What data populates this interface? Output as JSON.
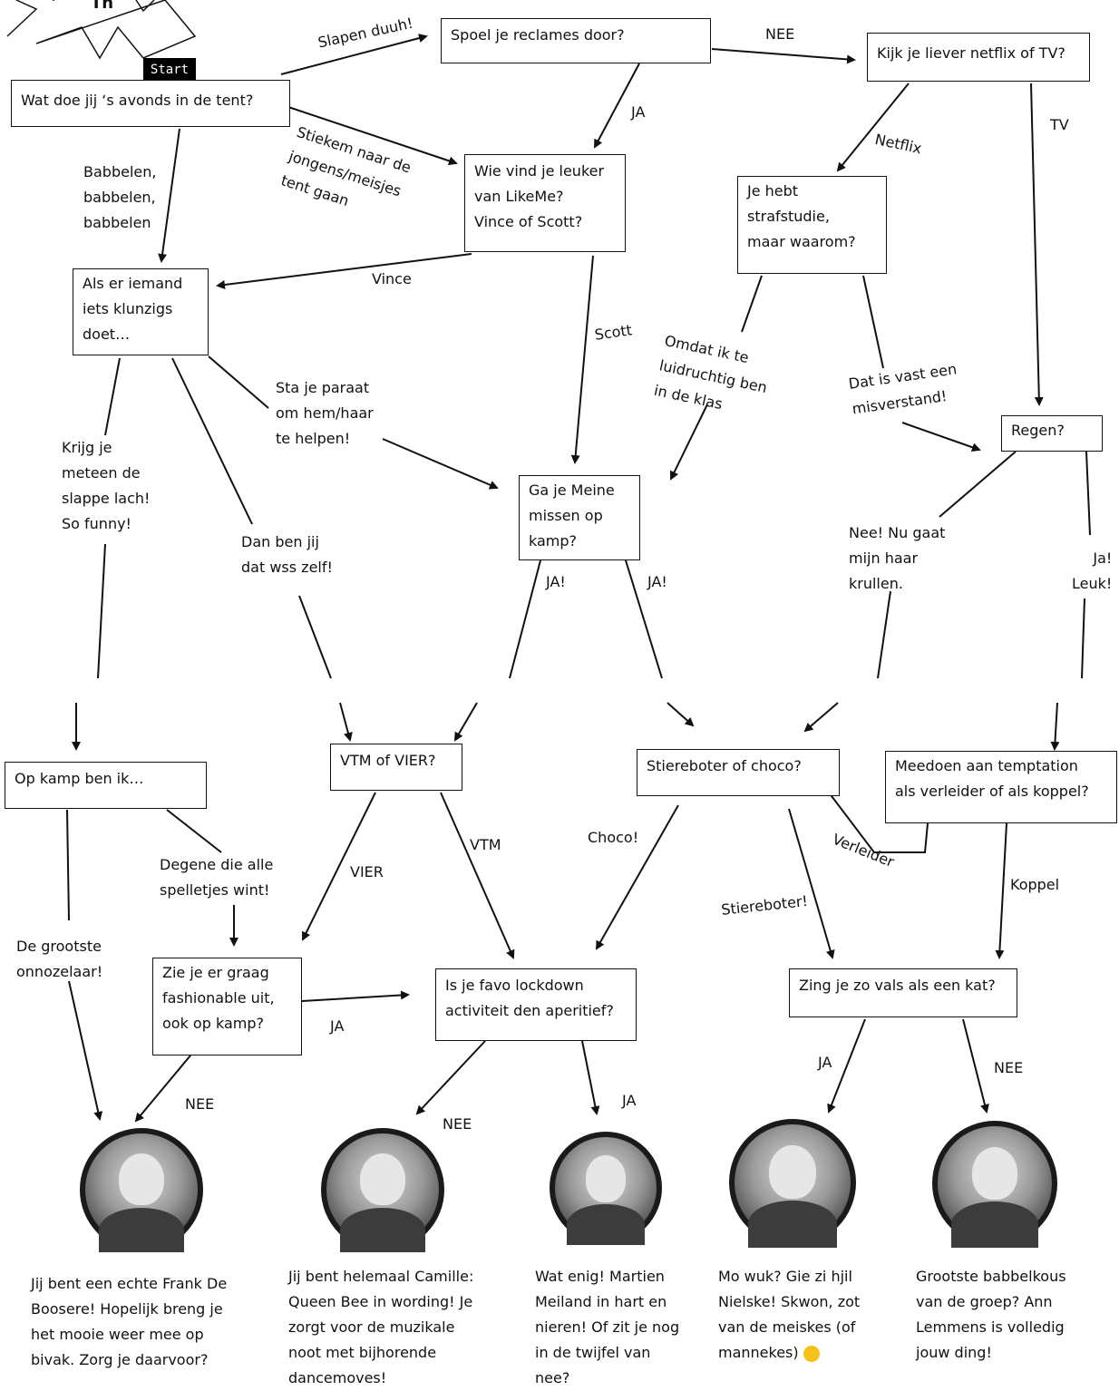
{
  "start_label": "Start",
  "burst_text": "Th",
  "questions": {
    "q_avonds": "Wat doe jij ‘s avonds in de tent?",
    "q_reclames": "Spoel je reclames door?",
    "q_netflix_tv": "Kijk je liever netflix of TV?",
    "q_likeme": "Wie vind je leuker\nvan LikeMe?\nVince of Scott?",
    "q_strafstudie": "Je hebt\nstrafstudie,\nmaar waarom?",
    "q_klunzig": "Als er iemand\niets klunzigs\ndoet…",
    "q_meine": "Ga je Meine\nmissen op\nkamp?",
    "q_regen": "Regen?",
    "q_opkamp": "Op kamp ben ik…",
    "q_vtm_vier": "VTM of VIER?",
    "q_stiereboter": "Stiereboter of choco?",
    "q_temptation": "Meedoen aan temptation\nals verleider of als koppel?",
    "q_fashionable": "Zie je er graag\nfashionable uit,\nook op kamp?",
    "q_aperitief": "Is je favo lockdown\nactiviteit den aperitief?",
    "q_vals": "Zing je zo vals als een kat?"
  },
  "edge_labels": {
    "slapen": "Slapen duuh!",
    "nee_reclames": "NEE",
    "ja_reclames": "JA",
    "stiekem": "Stiekem naar de\njongens/meisjes\ntent gaan",
    "babbelen": "Babbelen,\nbabbelen,\nbabbelen",
    "netflix": "Netflix",
    "tv": "TV",
    "vince": "Vince",
    "scott": "Scott",
    "omdat": "Omdat ik te\nluidruchtig ben\nin de klas",
    "misverstand": "Dat is vast een\nmisverstand!",
    "paraat": "Sta je paraat\nom hem/haar\nte helpen!",
    "slappe_lach": "Krijg je\nmeteen de\nslappe lach!\nSo funny!",
    "zelf": "Dan ben jij\ndat wss zelf!",
    "ja_meine_1": "JA!",
    "ja_meine_2": "JA!",
    "krullen": "Nee! Nu gaat\nmijn haar\nkrullen.",
    "leuk": "Ja!\nLeuk!",
    "alle_spelletjes": "Degene die alle\nspelletjes wint!",
    "grootste_onnozelaar": "De grootste\nonnozelaar!",
    "vier": "VIER",
    "vtm": "VTM",
    "choco": "Choco!",
    "verleider": "Verleider",
    "koppel": "Koppel",
    "stiereboter_lbl": "Stiereboter!",
    "ja_fashion": "JA",
    "nee_fashion": "NEE",
    "nee_aperitief": "NEE",
    "ja_aperitief": "JA",
    "ja_vals": "JA",
    "nee_vals": "NEE"
  },
  "results": [
    {
      "text": "Jij bent een echte Frank De\nBoosere! Hopelijk breng je\nhet mooie weer mee op\nbivak. Zorg je daarvoor?"
    },
    {
      "text": "Jij bent helemaal Camille:\nQueen Bee in wording! Je\nzorgt voor de muzikale\nnoot met bijhorende\ndancemoves!"
    },
    {
      "text": "Wat enig! Martien\nMeiland in hart en\nnieren! Of zit je nog\nin de twijfel van\nnee?"
    },
    {
      "text": "Mo wuk? Gie zi hjil\nNielske! Skwon, zot\nvan de meiskes (of\nmannekes)"
    },
    {
      "text": "Grootste babbelkous\nvan de groep? Ann\nLemmens is volledig\njouw ding!"
    }
  ]
}
